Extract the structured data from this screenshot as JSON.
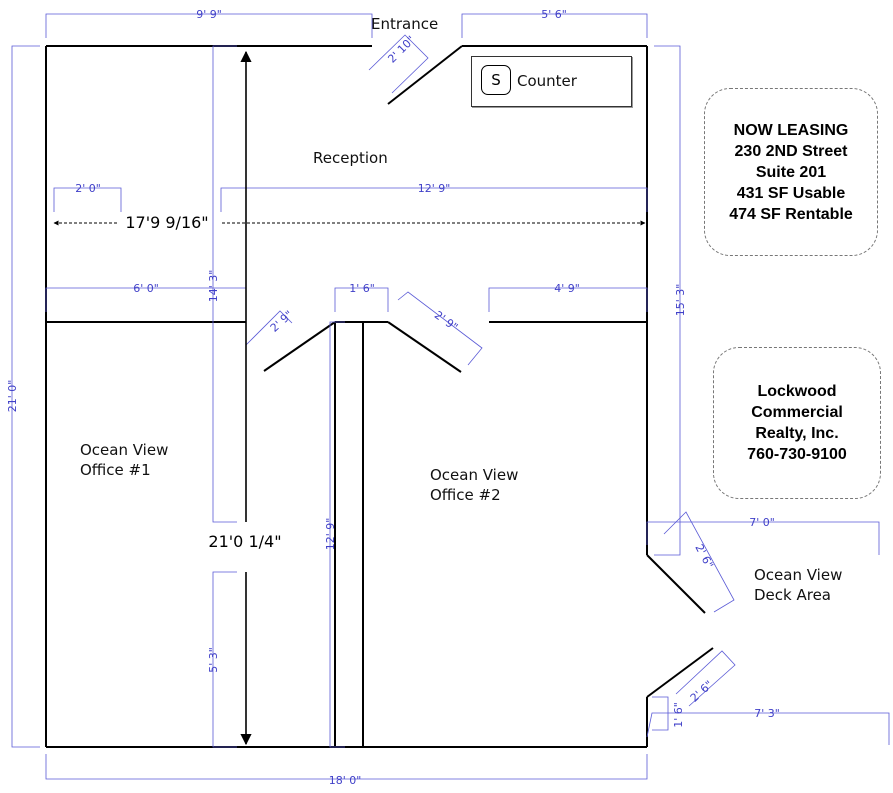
{
  "labels": {
    "entrance": "Entrance",
    "reception": "Reception",
    "office1_line1": "Ocean View",
    "office1_line2": "Office #1",
    "office2_line1": "Ocean View",
    "office2_line2": "Office #2",
    "deck_line1": "Ocean View",
    "deck_line2": "Deck Area"
  },
  "counter": {
    "key": "S",
    "label": "Counter"
  },
  "dimensions": {
    "top_left": "9' 9\"",
    "top_right": "5' 6\"",
    "entrance_door": "2' 10\"",
    "reception_left": "2' 0\"",
    "reception_right": "12' 9\"",
    "reception_width": "17'9 9/16\"",
    "office1_top": "6' 0\"",
    "office1_door": "2' 9\"",
    "hall": "1' 6\"",
    "office2_door": "2' 9\"",
    "office2_top": "4' 9\"",
    "left_total": "21' 0\"",
    "vertical_upper": "14' 3\"",
    "right_upper": "15' 3\"",
    "overall_height": "21'0 1/4\"",
    "hall_height": "12' 9\"",
    "vertical_lower": "5' 3\"",
    "deck_top": "7' 0\"",
    "deck_door_top": "2' 6\"",
    "deck_door_bottom": "2' 6\"",
    "deck_small": "1' 6\"",
    "deck_bottom": "7' 3\"",
    "bottom_total": "18' 0\""
  },
  "leasing": {
    "line1": "NOW LEASING",
    "line2": "230 2ND Street",
    "line3": "Suite 201",
    "line4": "431 SF Usable",
    "line5": "474 SF Rentable"
  },
  "realty": {
    "line1": "Lockwood",
    "line2": "Commercial",
    "line3": "Realty, Inc.",
    "line4": "760-730-9100"
  }
}
